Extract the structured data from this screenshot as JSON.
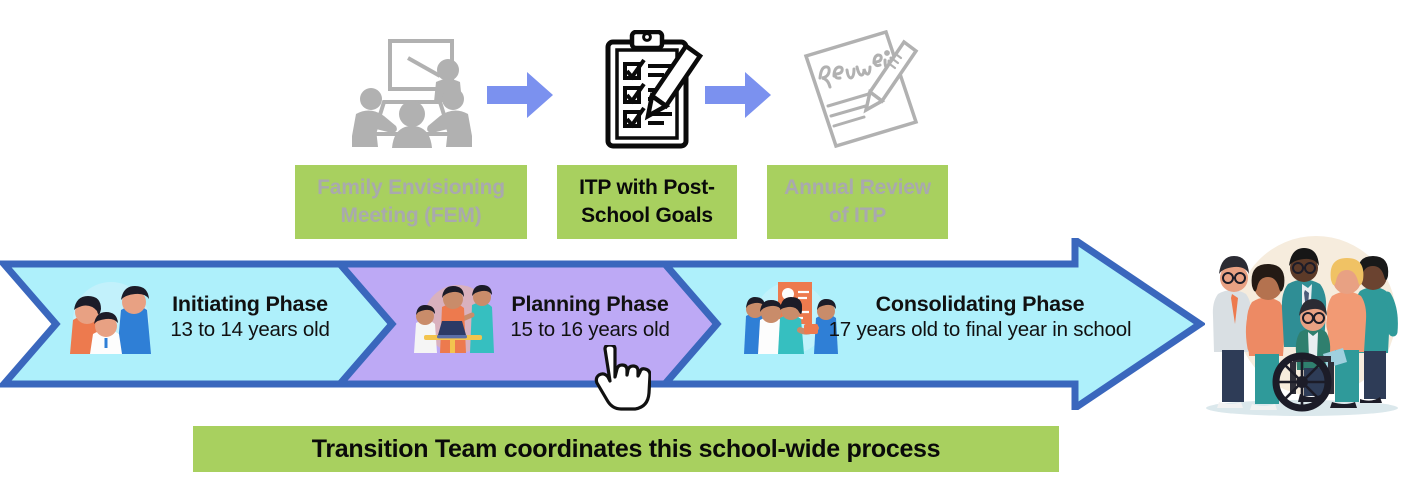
{
  "diagram": {
    "title_text_present": false,
    "colors": {
      "green_box": "#a8d05f",
      "flow_arrow_blue": "#7b91ef",
      "phase_border_blue": "#3a67bd",
      "initiating_fill": "#aef0fb",
      "planning_fill": "#bda9f5",
      "consolidating_fill": "#aef0fb",
      "dim_text": "#a9a9ae",
      "active_text": "#0a0a0a"
    }
  },
  "top_row": {
    "icons": [
      {
        "name": "family-meeting-icon",
        "state": "dim",
        "alt": "people at a presentation meeting"
      },
      {
        "name": "clipboard-checklist-icon",
        "state": "active",
        "alt": "clipboard with checklist and pencil"
      },
      {
        "name": "review-document-icon",
        "state": "dim",
        "alt": "document labelled Review with pen"
      }
    ],
    "flow_arrows": [
      {
        "name": "flow-arrow-1",
        "direction": "right"
      },
      {
        "name": "flow-arrow-2",
        "direction": "right"
      }
    ],
    "boxes": [
      {
        "label": "Family Envisioning\nMeeting (FEM)",
        "line1": "Family Envisioning",
        "line2": "Meeting (FEM)",
        "state": "dim"
      },
      {
        "label": "ITP with Post-\nSchool Goals",
        "line1": "ITP with Post-",
        "line2": "School Goals",
        "state": "active"
      },
      {
        "label": "Annual Review\nof ITP",
        "line1": "Annual Review",
        "line2": "of ITP",
        "state": "dim"
      }
    ]
  },
  "phases": [
    {
      "name": "initiating",
      "title": "Initiating Phase",
      "subtitle": "13 to 14 years old",
      "fill": "#aef0fb",
      "icon": "family-trio-icon"
    },
    {
      "name": "planning",
      "title": "Planning Phase",
      "subtitle": "15 to 16 years old",
      "fill": "#bda9f5",
      "icon": "planning-meeting-icon"
    },
    {
      "name": "consolidating",
      "title": "Consolidating Phase",
      "subtitle": "17 years old to final year in school",
      "fill": "#aef0fb",
      "icon": "students-handshake-icon"
    }
  ],
  "banner": {
    "text": "Transition Team coordinates this school-wide process"
  },
  "cursor": {
    "name": "hand-pointer-cursor",
    "over": "planning"
  },
  "illustration": {
    "name": "diverse-people-group-illustration",
    "alt": "group of diverse people including a person using a wheelchair"
  }
}
